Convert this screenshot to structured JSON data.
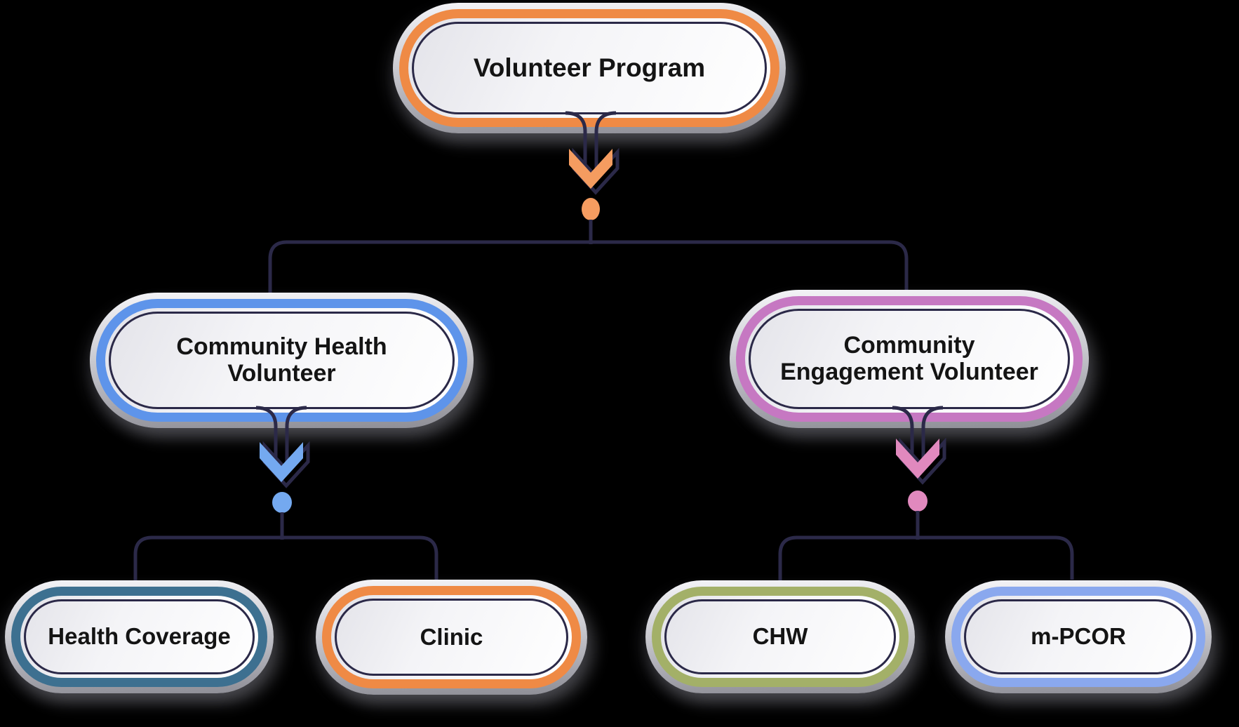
{
  "palette": {
    "background": "#000000",
    "navy": "#2B2948",
    "orange": "#EF8A45",
    "orange_bright": "#F59C60",
    "blue": "#5E94EA",
    "blue_bright": "#74A9F0",
    "purple": "#C678C2",
    "pink_bright": "#E189BE",
    "teal": "#3D7090",
    "green": "#A3B068",
    "cornflower": "#8AA8EE",
    "text": "#141414"
  },
  "nodes": {
    "volunteer_program": {
      "label": "Volunteer Program"
    },
    "community_health": {
      "line1": "Community Health",
      "line2": "Volunteer"
    },
    "community_engagement": {
      "line1": "Community",
      "line2": "Engagement Volunteer"
    },
    "health_coverage": {
      "label": "Health Coverage"
    },
    "clinic": {
      "label": "Clinic"
    },
    "chw": {
      "label": "CHW"
    },
    "m_pcor": {
      "label": "m-PCOR"
    }
  },
  "hierarchy": {
    "root": "Volunteer Program",
    "children": [
      {
        "name": "Community Health Volunteer",
        "children": [
          {
            "name": "Health Coverage"
          },
          {
            "name": "Clinic"
          }
        ]
      },
      {
        "name": "Community Engagement Volunteer",
        "children": [
          {
            "name": "CHW"
          },
          {
            "name": "m-PCOR"
          }
        ]
      }
    ]
  }
}
